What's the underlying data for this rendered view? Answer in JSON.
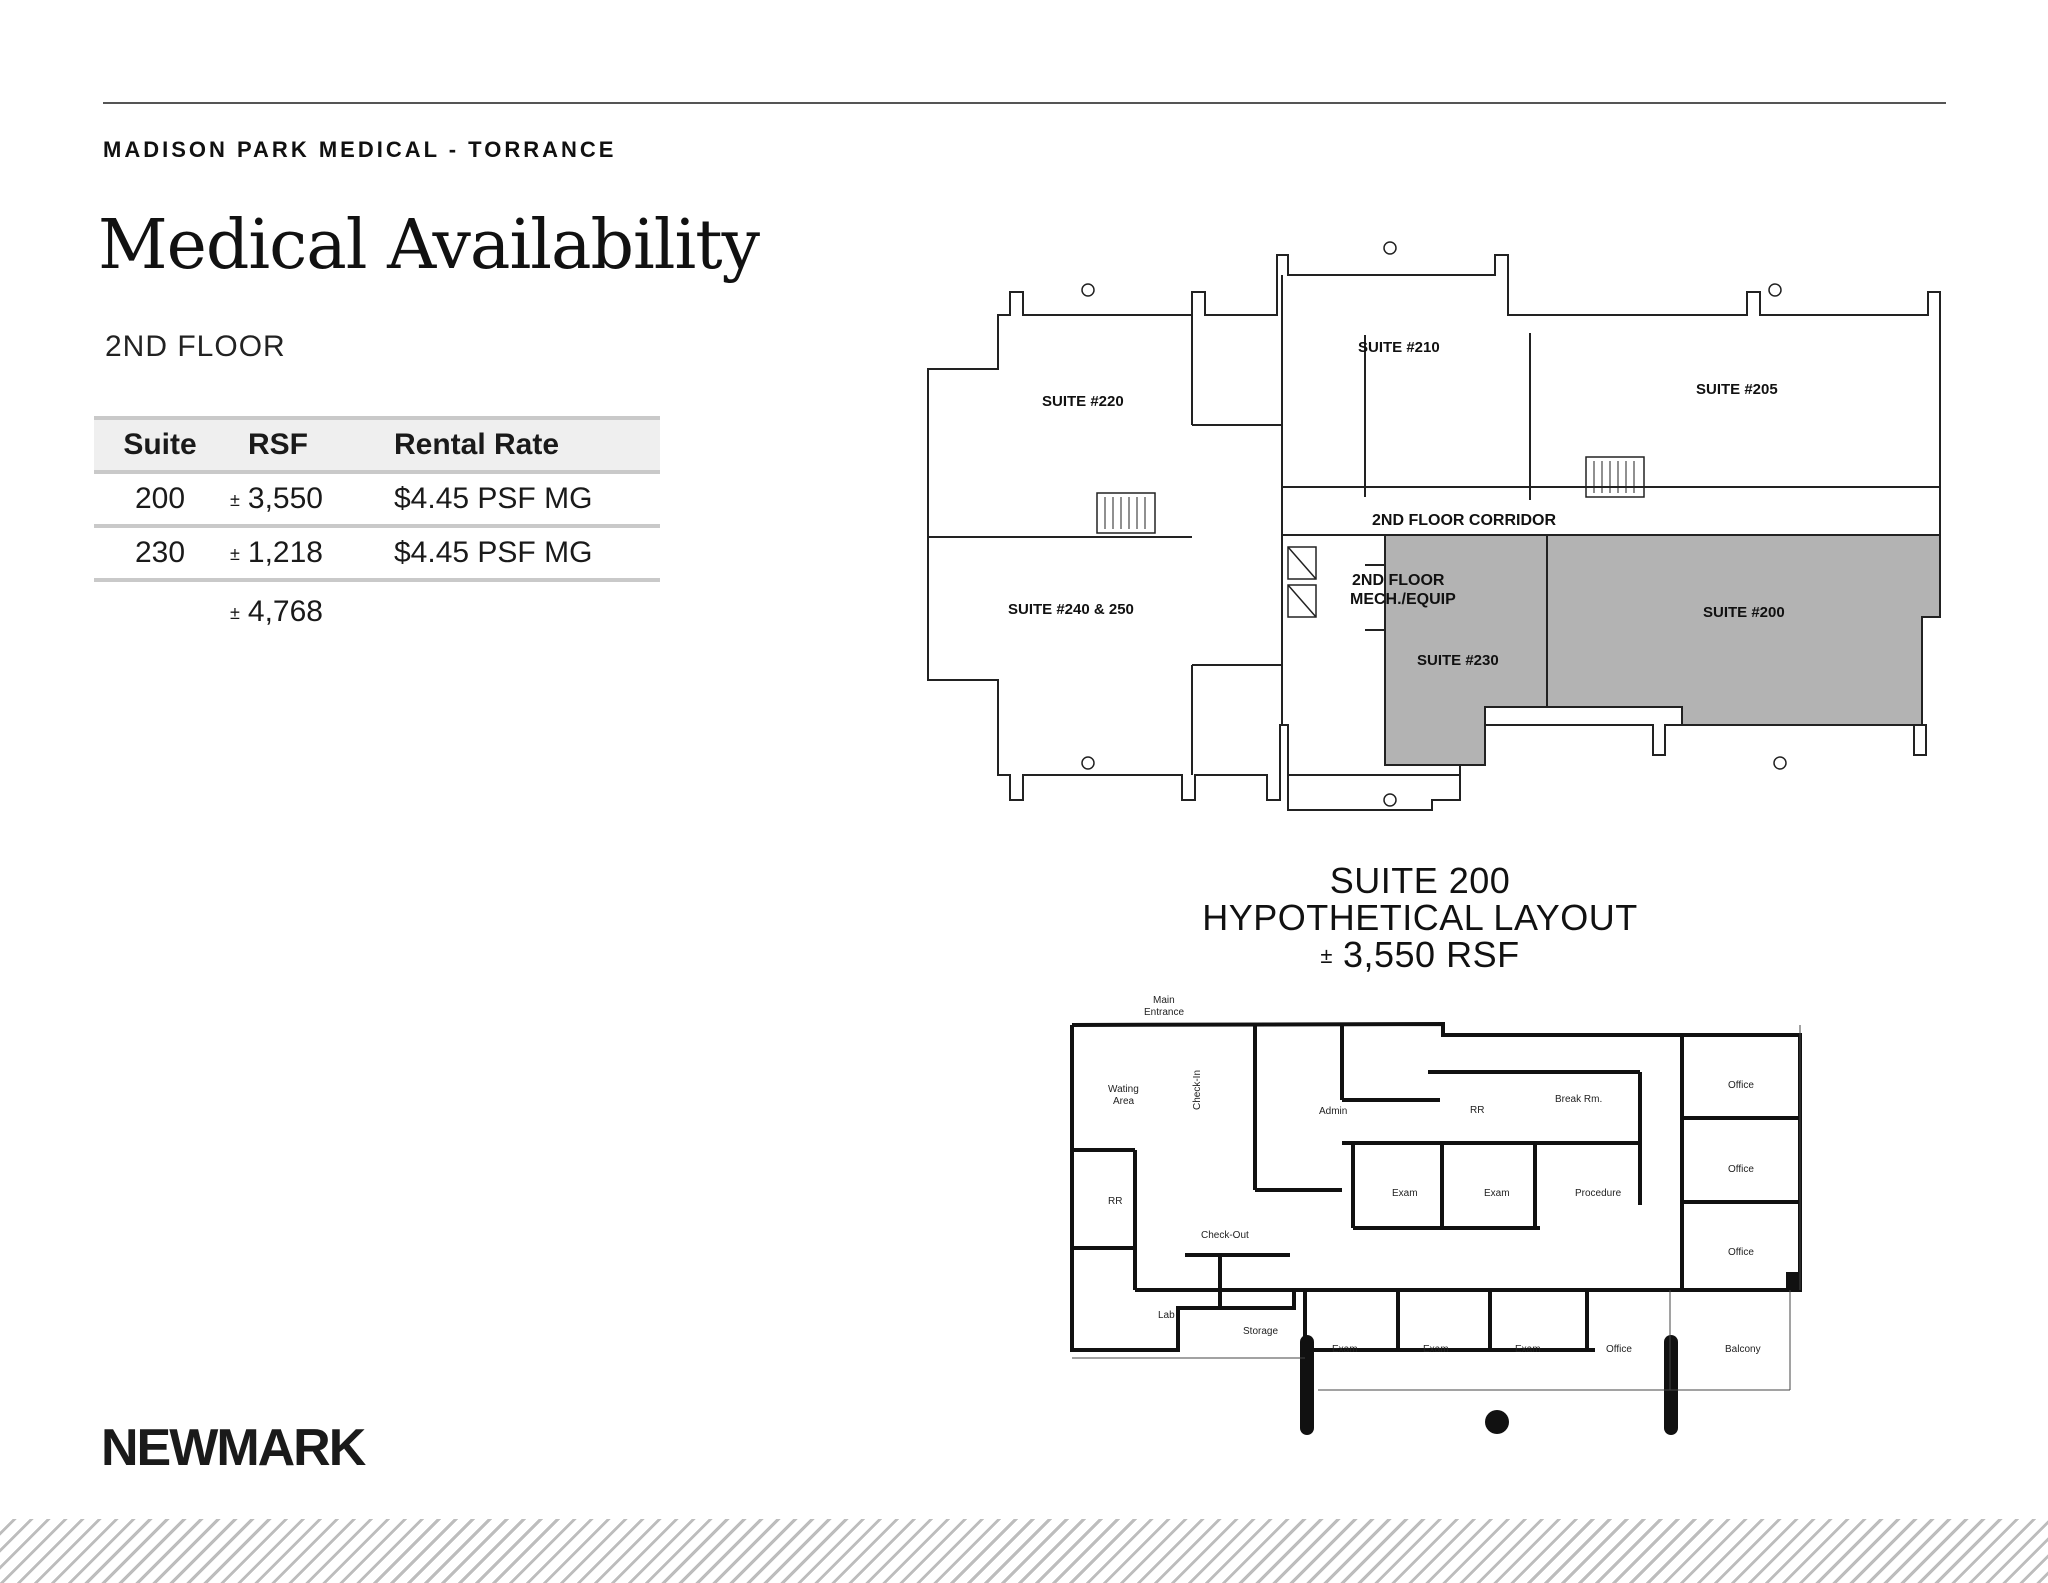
{
  "header": {
    "property_name": "MADISON PARK MEDICAL - TORRANCE",
    "title": "Medical Availability",
    "floor": "2ND FLOOR"
  },
  "table": {
    "headers": [
      "Suite",
      "RSF",
      "Rental Rate"
    ],
    "rows": [
      {
        "suite": "200",
        "rsf": "3,550",
        "rate": "$4.45 PSF MG"
      },
      {
        "suite": "230",
        "rsf": "1,218",
        "rate": "$4.45 PSF MG"
      }
    ],
    "total_rsf": "4,768",
    "plusminus": "±"
  },
  "floorplan": {
    "suites": {
      "s220": "SUITE #220",
      "s210": "SUITE #210",
      "s205": "SUITE #205",
      "s240": "SUITE #240 & 250",
      "s230": "SUITE #230",
      "s200": "SUITE #200"
    },
    "corridor": "2ND FLOOR CORRIDOR",
    "mech_line1": "2ND FLOOR",
    "mech_line2": "MECH./EQUIP",
    "available_fill": "#b3b3b3"
  },
  "suite_layout": {
    "title_line1": "SUITE 200",
    "title_line2": "HYPOTHETICAL LAYOUT",
    "title_line3_value": "3,550 RSF",
    "plusminus": "±",
    "rooms": {
      "main_entrance_1": "Main",
      "main_entrance_2": "Entrance",
      "waiting_1": "Wating",
      "waiting_2": "Area",
      "check_in": "Check-In",
      "admin": "Admin",
      "rr_top": "RR",
      "break": "Break Rm.",
      "office1": "Office",
      "office2": "Office",
      "office3": "Office",
      "rr_left": "RR",
      "exam1": "Exam",
      "exam2": "Exam",
      "procedure": "Procedure",
      "check_out": "Check-Out",
      "lab": "Lab",
      "storage": "Storage",
      "exam3": "Exam",
      "exam4": "Exam",
      "exam5": "Exam",
      "office4": "Office",
      "balcony": "Balcony"
    }
  },
  "brand": {
    "logo": "NEWMARK"
  }
}
